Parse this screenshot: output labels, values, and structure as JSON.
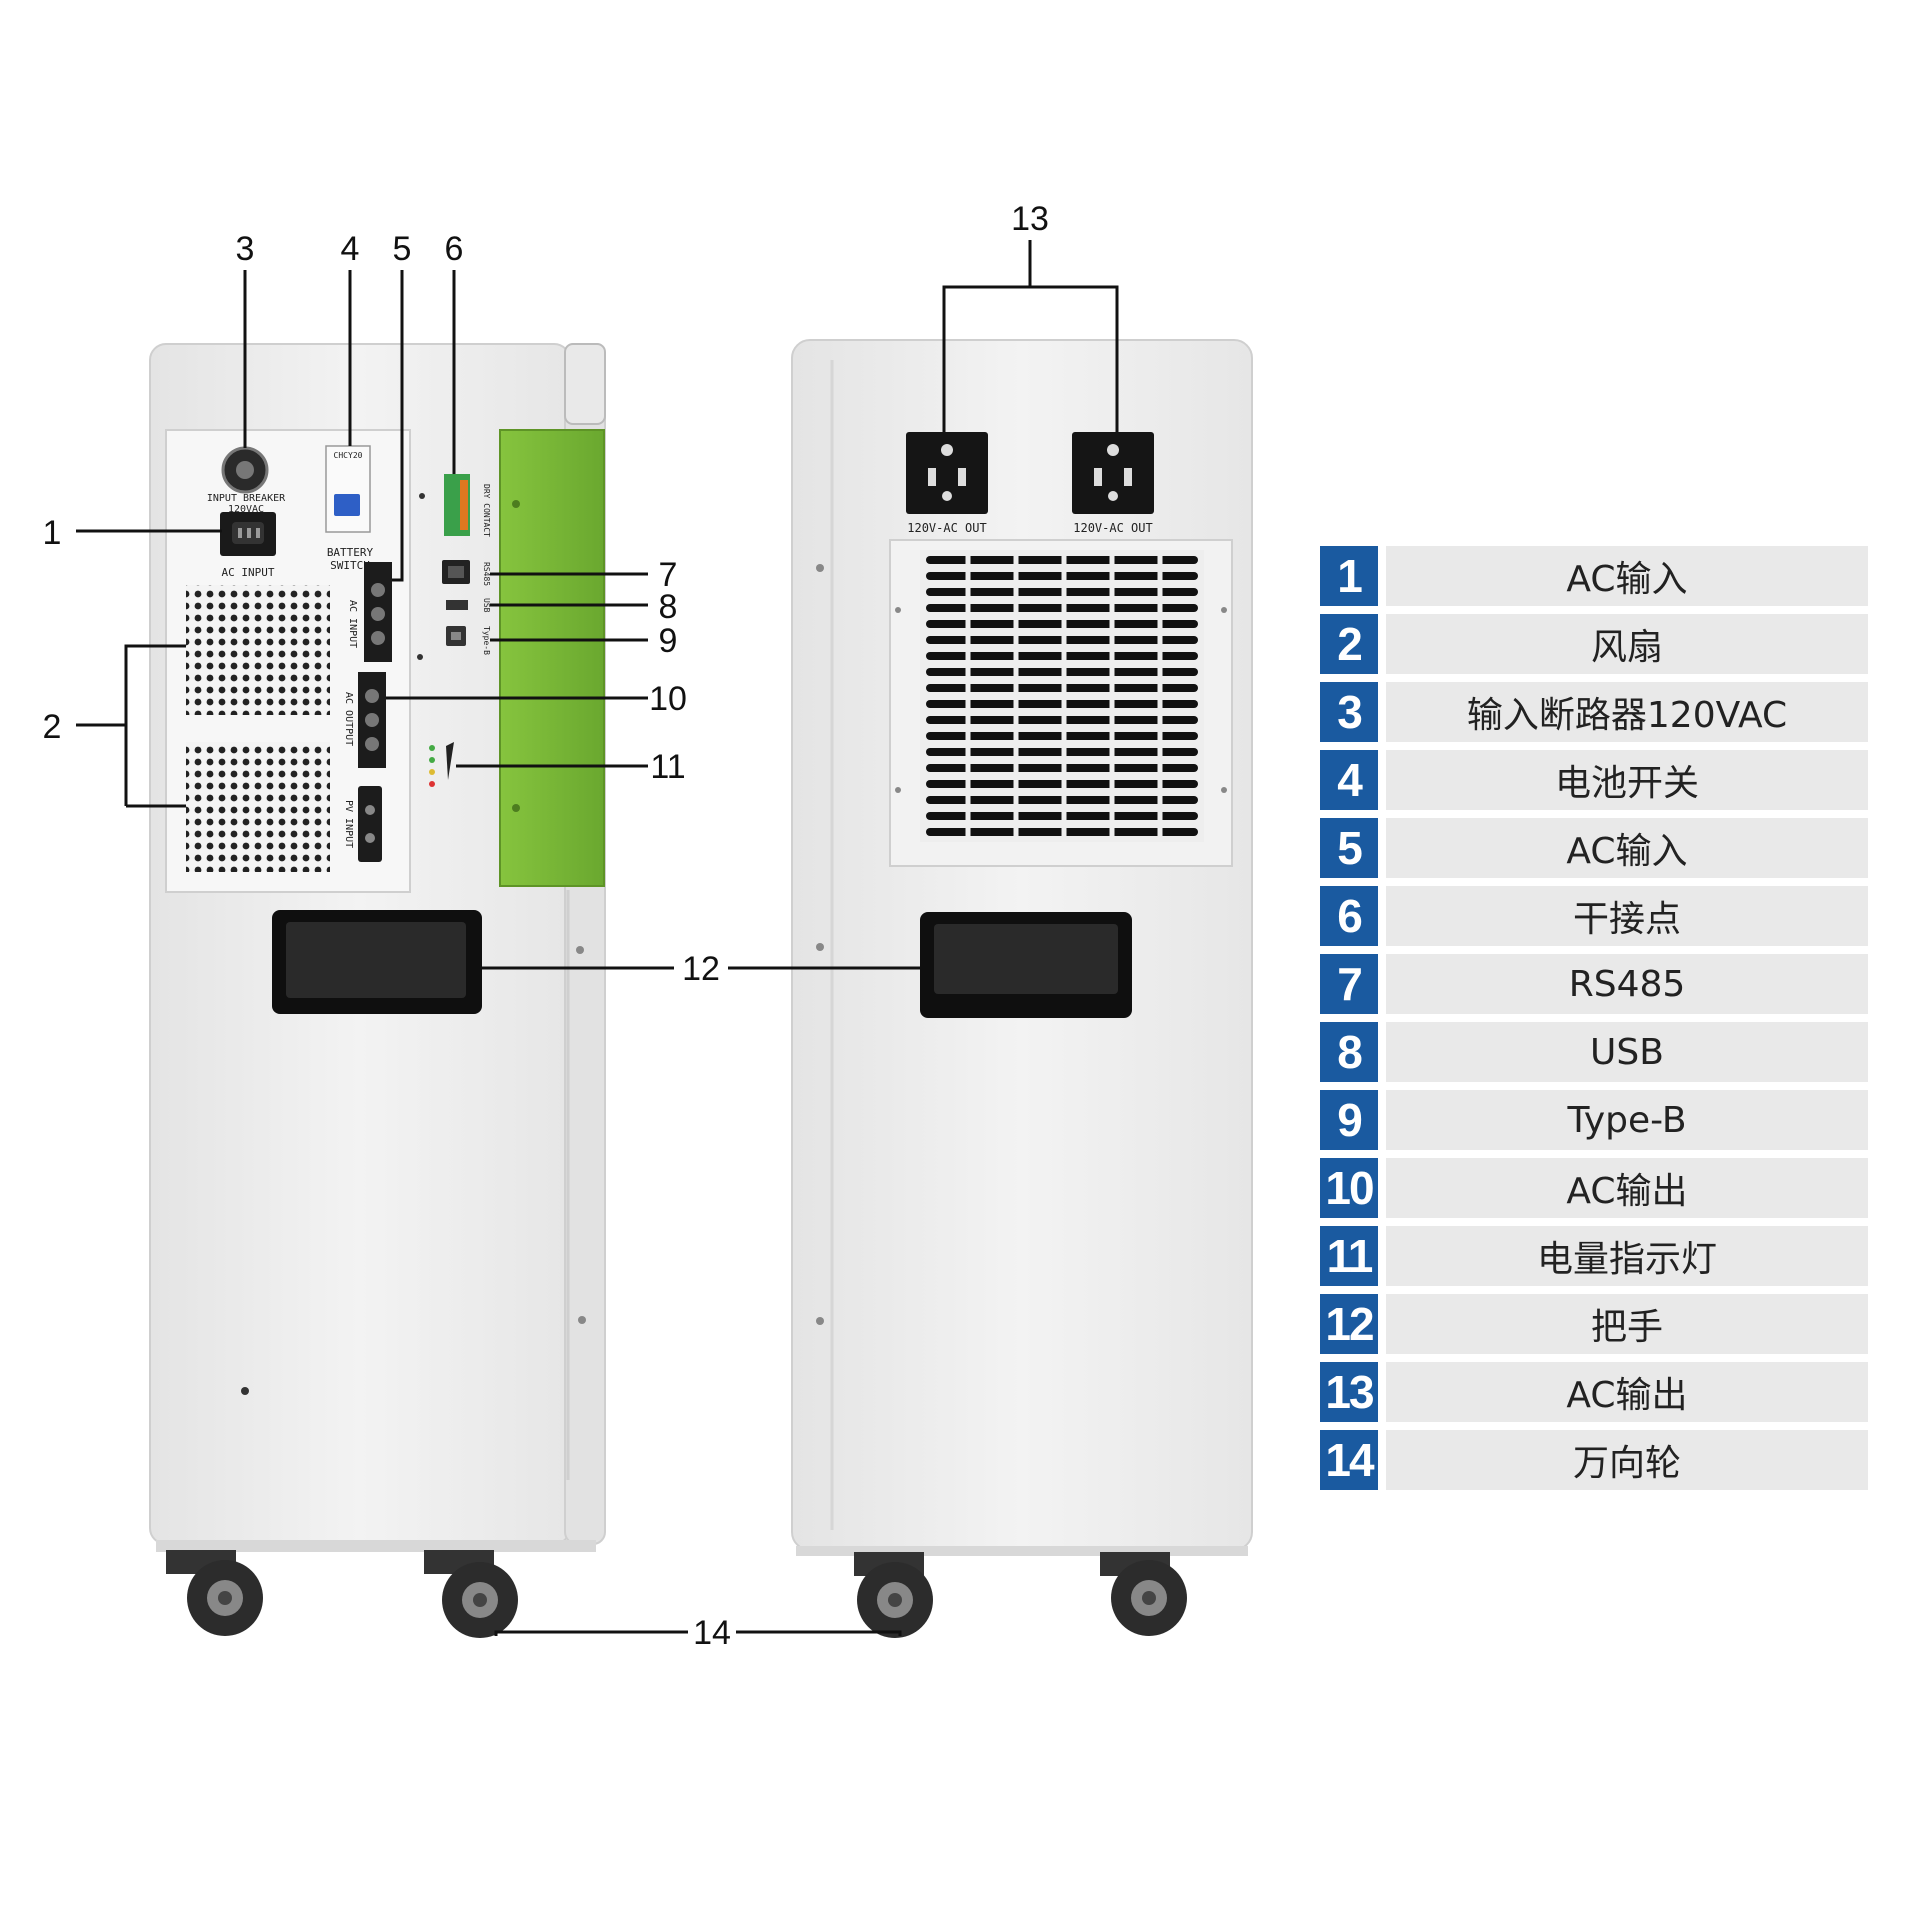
{
  "callouts": {
    "c1": "1",
    "c2": "2",
    "c3": "3",
    "c4": "4",
    "c5": "5",
    "c6": "6",
    "c7": "7",
    "c8": "8",
    "c9": "9",
    "c10": "10",
    "c11": "11",
    "c12": "12",
    "c13": "13",
    "c14": "14"
  },
  "rear_panel": {
    "input_breaker": "INPUT BREAKER",
    "input_breaker_rating": "120VAC",
    "ac_input": "AC INPUT",
    "battery_switch_line1": "BATTERY",
    "battery_switch_line2": "SWITCH",
    "ac_input_terminal": "AC INPUT",
    "ac_output_terminal": "AC OUTPUT",
    "pv_input": "PV INPUT",
    "dry_contact": "DRY CONTACT",
    "rs485": "RS485",
    "usb": "USB",
    "type_b": "Type-B",
    "breaker_brand": "CHCY20"
  },
  "front_panel": {
    "outlet_left_label": "120V-AC OUT",
    "outlet_right_label": "120V-AC OUT"
  },
  "legend": [
    {
      "num": "1",
      "label": "AC输入"
    },
    {
      "num": "2",
      "label": "风扇"
    },
    {
      "num": "3",
      "label": "输入断路器120VAC"
    },
    {
      "num": "4",
      "label": "电池开关"
    },
    {
      "num": "5",
      "label": "AC输入"
    },
    {
      "num": "6",
      "label": "干接点"
    },
    {
      "num": "7",
      "label": "RS485"
    },
    {
      "num": "8",
      "label": "USB"
    },
    {
      "num": "9",
      "label": "Type-B"
    },
    {
      "num": "10",
      "label": "AC输出"
    },
    {
      "num": "11",
      "label": "电量指示灯"
    },
    {
      "num": "12",
      "label": "把手"
    },
    {
      "num": "13",
      "label": "AC输出"
    },
    {
      "num": "14",
      "label": "万向轮"
    }
  ],
  "colors": {
    "legend_number_bg": "#1a5aa0",
    "legend_label_bg": "#e9e9e9",
    "green_panel": "#7dbd3a",
    "cabinet": "#eeeeee"
  }
}
